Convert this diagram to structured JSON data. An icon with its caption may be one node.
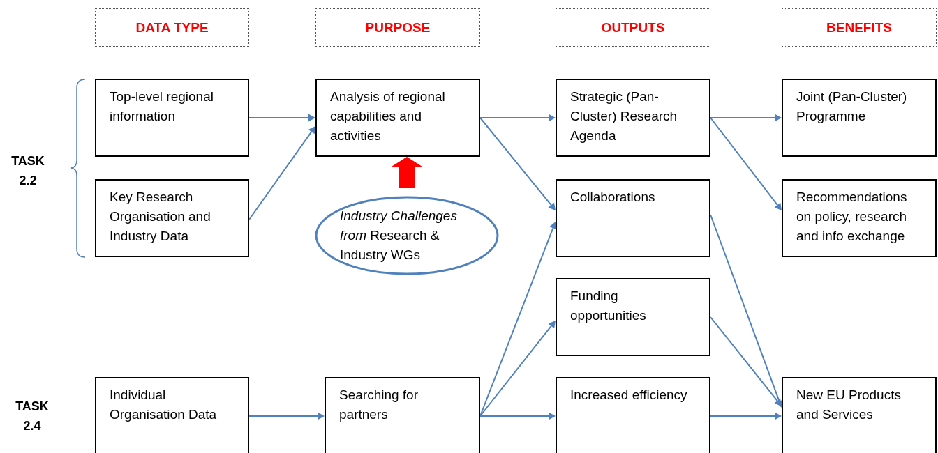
{
  "diagram": {
    "nodes": [
      {
        "text": [
          "DATA TYPE"
        ]
      },
      {
        "text": [
          "PURPOSE"
        ]
      },
      {
        "text": [
          "OUTPUTS"
        ]
      },
      {
        "text": [
          "BENEFITS"
        ]
      },
      {
        "text": [
          "Top-level regional information"
        ]
      },
      {
        "text": [
          "Analysis of regional capabilities and activities"
        ]
      },
      {
        "text": [
          "Strategic (Pan-Cluster) Research Agenda"
        ]
      },
      {
        "text": [
          "Joint (Pan-Cluster) Programme"
        ]
      },
      {
        "text": [
          "Key Research Organisation and Industry Data"
        ]
      },
      {
        "text": [
          "Collaborations"
        ]
      },
      {
        "text": [
          "Recommendations on policy, research and info exchange"
        ]
      },
      {
        "text": [
          "*Industry Challenges from* Research & Industry WGs"
        ]
      },
      {
        "text": [
          "Funding opportunities"
        ]
      },
      {
        "text": [
          "Individual Organisation Data"
        ]
      },
      {
        "text": [
          "Searching for partners"
        ]
      },
      {
        "text": [
          "Increased efficiency"
        ]
      },
      {
        "text": [
          "New EU Products and Services"
        ]
      }
    ],
    "edges": [
      {
        "from": 4,
        "to": 5,
        "arrow": "to"
      },
      {
        "from": 8,
        "to": 5,
        "arrow": "to"
      },
      {
        "from": 5,
        "to": 6,
        "arrow": "to"
      },
      {
        "from": 5,
        "to": 9,
        "arrow": "to"
      },
      {
        "from": 11,
        "to": 5,
        "arrow": "to",
        "style": "thick",
        "color": "#ff0000"
      },
      {
        "from": 6,
        "to": 7,
        "arrow": "to"
      },
      {
        "from": 6,
        "to": 10,
        "arrow": "to"
      },
      {
        "from": 9,
        "to": 16,
        "arrow": "to"
      },
      {
        "from": 12,
        "to": 16,
        "arrow": "to"
      },
      {
        "from": 15,
        "to": 16,
        "arrow": "to"
      },
      {
        "from": 13,
        "to": 14,
        "arrow": "to"
      },
      {
        "from": 14,
        "to": 9,
        "arrow": "to"
      },
      {
        "from": 14,
        "to": 12,
        "arrow": "to"
      },
      {
        "from": 14,
        "to": 15,
        "arrow": "to"
      }
    ],
    "labels": [
      "TASK 2.2",
      "TASK 2.4"
    ]
  }
}
